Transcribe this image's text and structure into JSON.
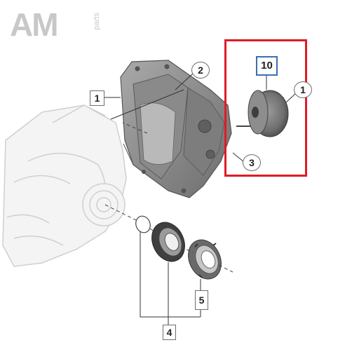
{
  "logo": {
    "letters": "AM",
    "sub": "parts"
  },
  "colors": {
    "highlight": "#e01b24",
    "callout_blue": "#3a6fb0",
    "line": "#333333",
    "ghost": "#d9d9d9"
  },
  "callouts": {
    "c1_box": "1",
    "c2_circle": "2",
    "c10_box": "10",
    "c1_circle": "1",
    "c3_circle": "3",
    "c4_box": "4",
    "c5_box": "5"
  }
}
